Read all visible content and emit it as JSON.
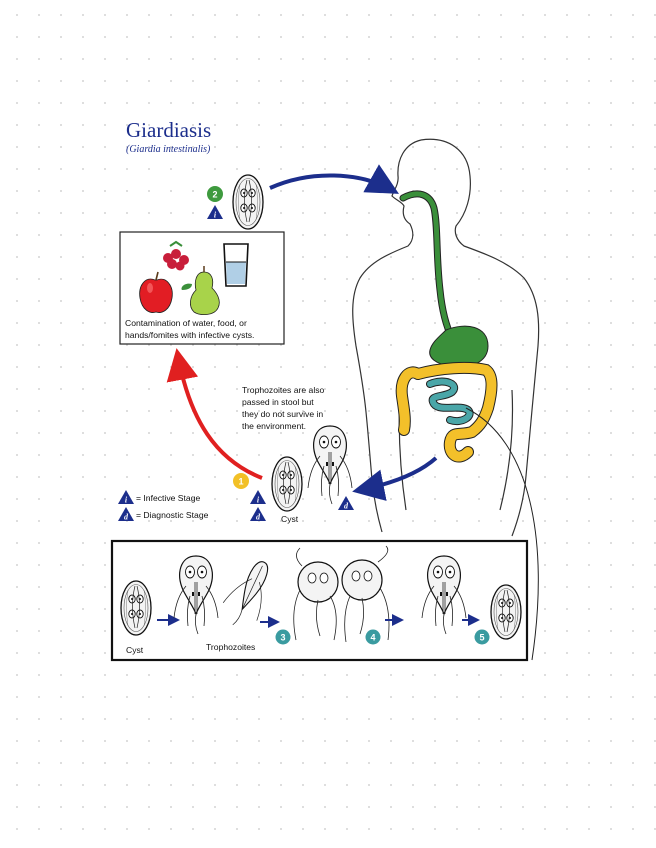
{
  "title": "Giardiasis",
  "subtitle": "(Giardia intestinalis)",
  "contamination": {
    "line1": "Contamination of water, food, or",
    "line2": "hands/fomites with infective cysts."
  },
  "trophozoite_note": {
    "line1": "Trophozoites are also",
    "line2": "passed in stool but",
    "line3": "they do not survive in",
    "line4": "the environment."
  },
  "legend": {
    "infective": "= Infective Stage",
    "diagnostic": "= Diagnostic Stage",
    "infective_symbol": "i",
    "diagnostic_symbol": "d"
  },
  "labels": {
    "cyst": "Cyst",
    "box_cyst": "Cyst",
    "box_trophozoites": "Trophozoites"
  },
  "steps": {
    "s1": "1",
    "s2": "2",
    "s3": "3",
    "s4": "4",
    "s5": "5"
  },
  "colors": {
    "step1": "#f2c027",
    "step2": "#3e9a3e",
    "step_box": "#3a9ba0",
    "triangle": "#1c2e8c",
    "arrow_blue": "#1c2e8c",
    "arrow_red": "#e02020",
    "digestive_green": "#3a8f3a",
    "colon_yellow": "#f3c02a",
    "small_intestine": "#4aa6a8"
  }
}
